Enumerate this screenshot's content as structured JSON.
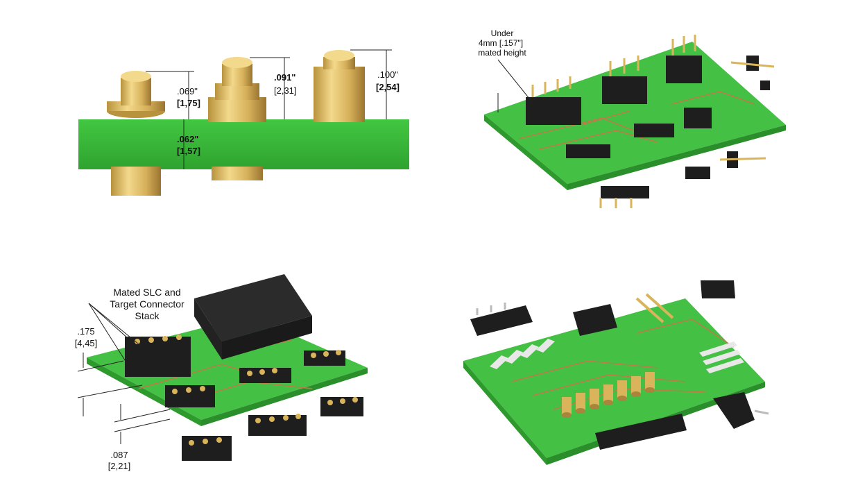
{
  "panel1": {
    "dim_small_in": ".069\"",
    "dim_small_mm": "[1,75]",
    "dim_mid_in": ".091\"",
    "dim_mid_mm": "[2,31]",
    "dim_tall_in": ".100\"",
    "dim_tall_mm": "[2,54]",
    "dim_board_in": ".062\"",
    "dim_board_mm": "[1,57]"
  },
  "panel2": {
    "note_line1": "Under",
    "note_line2": "4mm [.157\"]",
    "note_line3": "mated height"
  },
  "panel3": {
    "note_line1": "Mated SLC and",
    "note_line2": "Target Connector",
    "note_line3": "Stack",
    "dim_stack_in": ".175",
    "dim_stack_mm": "[4,45]",
    "dim_low_in": ".087",
    "dim_low_mm": "[2,21]"
  },
  "colors": {
    "pcb_green": "#3fbf3f",
    "pcb_dark": "#2a9a2a",
    "gold": "#d9b45a",
    "connector_black": "#1e1e1e",
    "trace": "#c07a4a"
  }
}
